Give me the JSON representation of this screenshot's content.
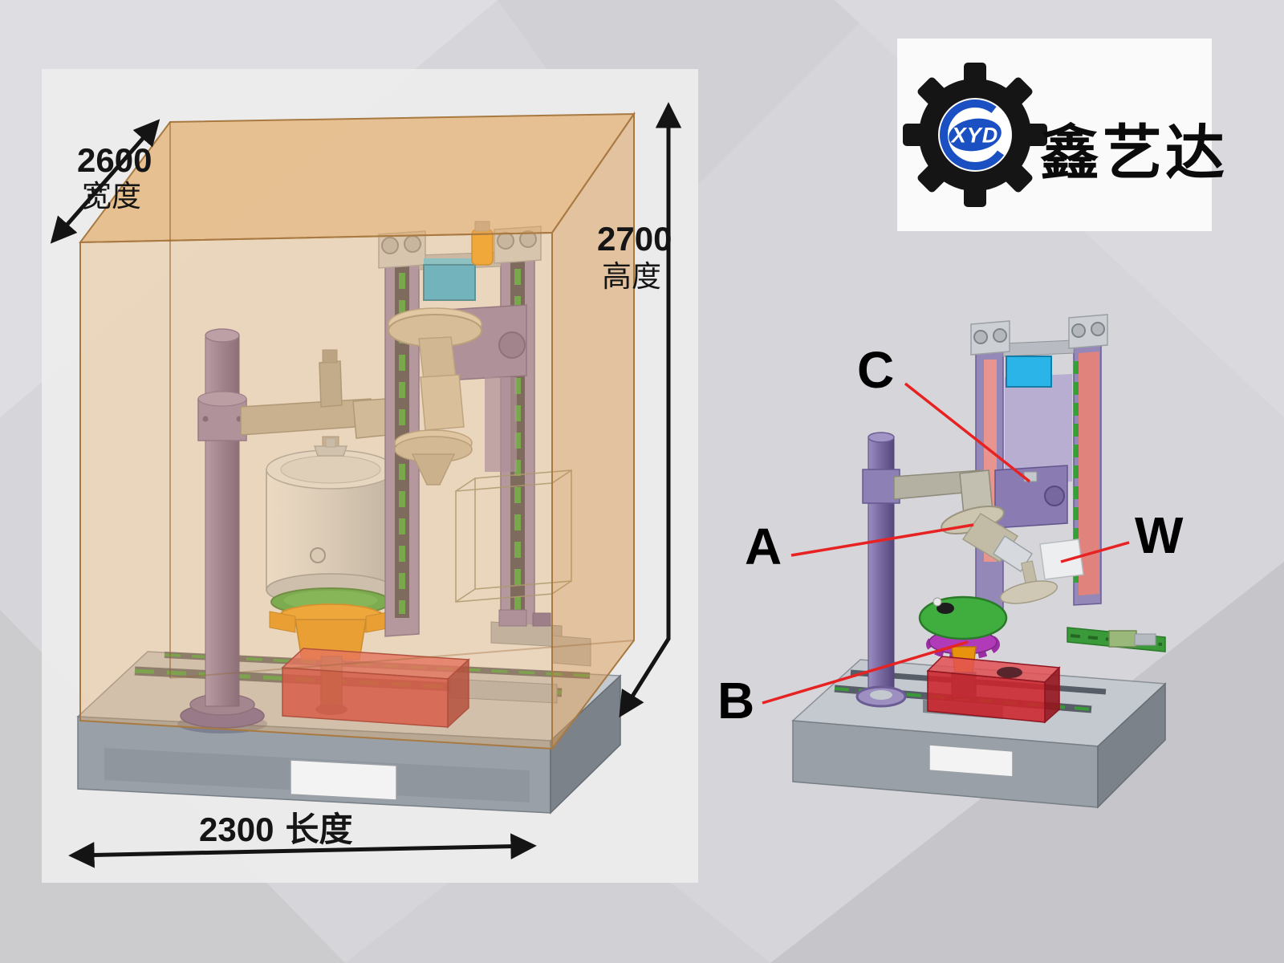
{
  "logo": {
    "abbr": "XYD",
    "name": "鑫艺达"
  },
  "dimensions": {
    "width": {
      "value": "2600",
      "label": "宽度"
    },
    "height": {
      "value": "2700",
      "label": "高度"
    },
    "length": {
      "value": "2300",
      "label": "长度"
    }
  },
  "axes": {
    "c": "C",
    "a": "A",
    "w": "W",
    "b": "B"
  },
  "colors": {
    "background": "#d6d6da",
    "enclosure_orange": "#e2a86a",
    "leader_red": "#e62222",
    "machine_purple": "#8a7cb2",
    "machine_green": "#3fae3f",
    "machine_blue": "#2ab4e8",
    "fixture_orange": "#f09a12",
    "red_box": "#cc242c",
    "logo_blue": "#1a50c2"
  }
}
